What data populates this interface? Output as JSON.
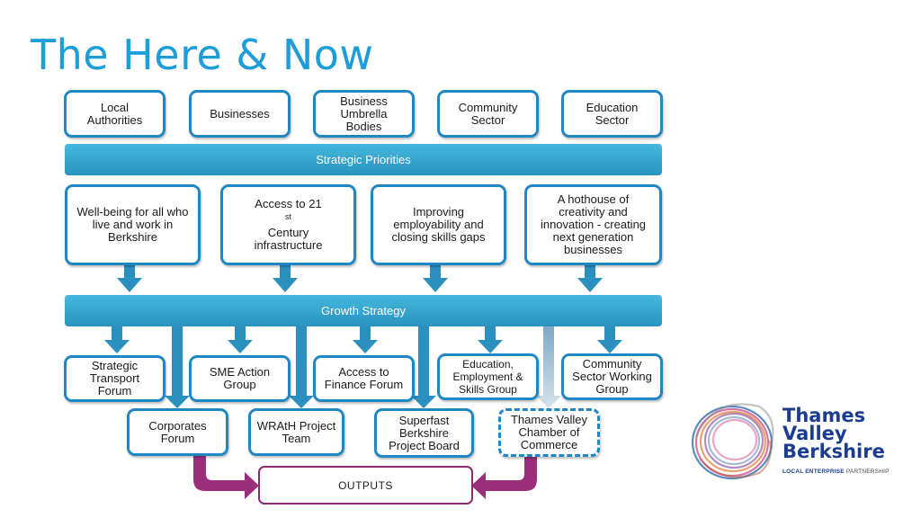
{
  "title": "The Here & Now",
  "stakeholders": [
    {
      "lines": [
        "Local",
        "Authorities"
      ]
    },
    {
      "lines": [
        "Businesses"
      ]
    },
    {
      "lines": [
        "Business",
        "Umbrella",
        "Bodies"
      ]
    },
    {
      "lines": [
        "Community",
        "Sector"
      ]
    },
    {
      "lines": [
        "Education",
        "Sector"
      ]
    }
  ],
  "strategic_priorities_label": "Strategic Priorities",
  "priorities": [
    {
      "lines": [
        "Well-being for all who",
        "live and work in",
        "Berkshire"
      ]
    },
    {
      "lines": [
        "Access to 21",
        "Century",
        "infrastructure"
      ],
      "superscript": "st"
    },
    {
      "lines": [
        "Improving",
        "employability and",
        "closing skills gaps"
      ]
    },
    {
      "lines": [
        "A hothouse of",
        "creativity and",
        "innovation - creating",
        "next generation",
        "businesses"
      ]
    }
  ],
  "growth_strategy_label": "Growth Strategy",
  "groups_upper": [
    {
      "lines": [
        "Strategic",
        "Transport",
        "Forum"
      ]
    },
    {
      "lines": [
        "SME Action",
        "Group"
      ]
    },
    {
      "lines": [
        "Access to",
        "Finance Forum"
      ]
    },
    {
      "lines": [
        "Education,",
        "Employment &",
        "Skills Group"
      ]
    },
    {
      "lines": [
        "Community",
        "Sector Working",
        "Group"
      ]
    }
  ],
  "groups_lower": [
    {
      "lines": [
        "Corporates",
        "Forum"
      ]
    },
    {
      "lines": [
        "WRAtH Project",
        "Team"
      ]
    },
    {
      "lines": [
        "Superfast",
        "Berkshire",
        "Project Board"
      ]
    },
    {
      "lines": [
        "Thames Valley",
        "Chamber of",
        "Commerce"
      ],
      "dashed": true
    }
  ],
  "outputs_label": "OUTPUTS",
  "logo": {
    "line1": "Thames",
    "line2": "Valley",
    "line3": "Berkshire",
    "sub_bold": "LOCAL ENTERPRISE",
    "sub_rest": " PARTNERSHIP"
  },
  "colors": {
    "title": "#1e9ed8",
    "box_border": "#1f87c4",
    "band": "#3aa8d2",
    "arrow": "#2b8fc0",
    "outputs_arrow": "#9b2f7c",
    "logo_text": "#1b3d8f"
  }
}
